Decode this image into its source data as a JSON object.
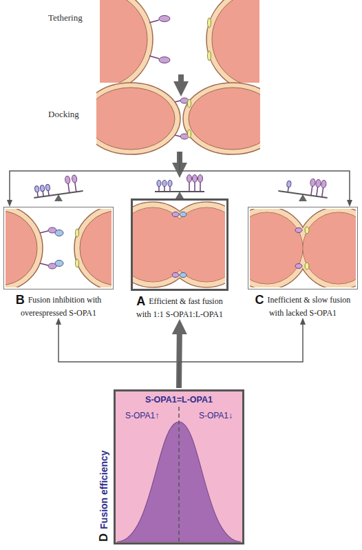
{
  "diagram": {
    "nodes": [
      {
        "text": [
          "Tethering"
        ]
      },
      {
        "text": [
          "Docking"
        ]
      },
      {
        "text": [
          "B",
          "Fusion inhibition with overespressed S-OPA1"
        ]
      },
      {
        "text": [
          "A",
          "Efficient & fast fusion with 1:1 S-OPA1:L-OPA1"
        ]
      },
      {
        "text": [
          "C",
          "Inefficient & slow fusion with lacked S-OPA1"
        ]
      },
      {
        "text": [
          "D",
          "Fusion efficiency",
          "S-OPA1=L-OPA1",
          "S-OPA1↑",
          "S-OPA1↓"
        ]
      }
    ],
    "edges": [
      {
        "from": 0,
        "to": 1,
        "arrow": "to"
      },
      {
        "from": 1,
        "to": 2,
        "arrow": "to"
      },
      {
        "from": 1,
        "to": 3,
        "arrow": "to"
      },
      {
        "from": 1,
        "to": 4,
        "arrow": "to"
      },
      {
        "from": 5,
        "to": 2,
        "arrow": "to"
      },
      {
        "from": 5,
        "to": 3,
        "arrow": "to"
      },
      {
        "from": 5,
        "to": 4,
        "arrow": "to"
      }
    ]
  }
}
